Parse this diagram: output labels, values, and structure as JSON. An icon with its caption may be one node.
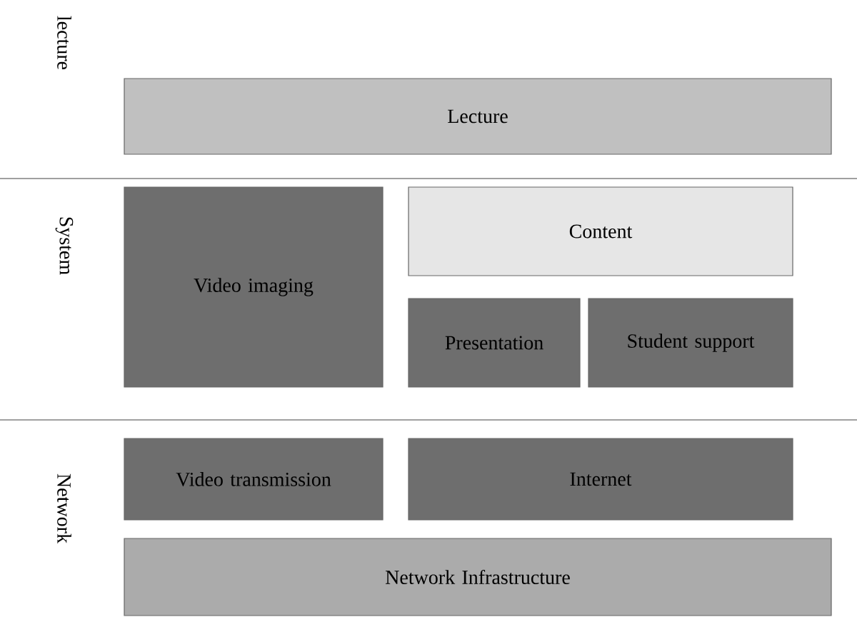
{
  "diagram": {
    "nodes": [
      {
        "text": [
          "Lecture"
        ]
      },
      {
        "text": [
          "Video imaging"
        ]
      },
      {
        "text": [
          "Content"
        ]
      },
      {
        "text": [
          "Presentation"
        ]
      },
      {
        "text": [
          "Student support"
        ]
      },
      {
        "text": [
          "Video transmission"
        ]
      },
      {
        "text": [
          "Internet"
        ]
      },
      {
        "text": [
          "Network Infrastructure"
        ]
      }
    ],
    "labels": [
      "lecture",
      "System",
      "Network"
    ]
  }
}
